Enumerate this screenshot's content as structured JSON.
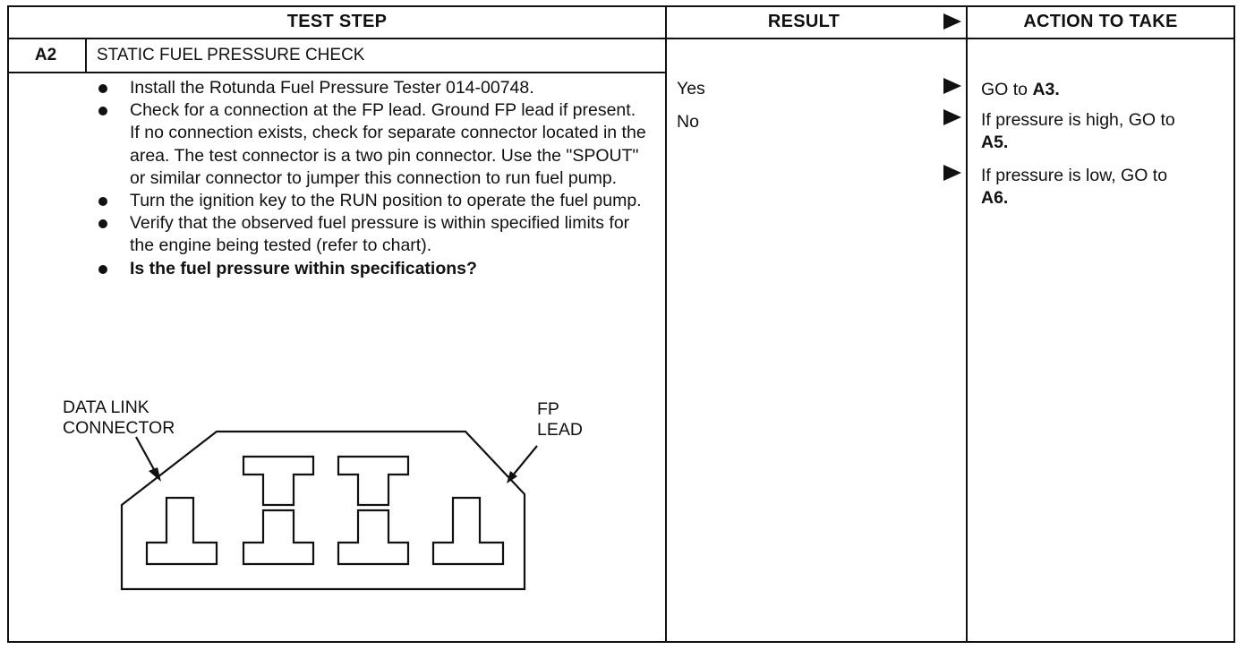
{
  "header": {
    "test_step": "TEST STEP",
    "result": "RESULT",
    "action": "ACTION TO TAKE"
  },
  "step": {
    "id": "A2",
    "title": "STATIC FUEL PRESSURE CHECK",
    "bullets": [
      "Install the Rotunda Fuel Pressure Tester 014-00748.",
      "Check for a connection at the FP lead. Ground FP lead if present. If no connection exists, check for separate connector located in the area. The test connector is a two pin connector. Use the \"SPOUT\" or similar connector to jumper this connection to run fuel pump.",
      "Turn the ignition key to the RUN position to operate the fuel pump.",
      "Verify that the observed fuel pressure is within specified limits for the engine being tested (refer to chart).",
      "Is the fuel pressure within specifications?"
    ]
  },
  "results": {
    "yes": "Yes",
    "no": "No"
  },
  "actions": {
    "yes_prefix": "GO to ",
    "yes_target": "A3.",
    "high_prefix": "If pressure is high, GO to",
    "high_target": "A5.",
    "low_prefix": "If pressure is low, GO to",
    "low_target": "A6."
  },
  "diagram": {
    "label_left_line1": "DATA LINK",
    "label_left_line2": "CONNECTOR",
    "label_right_line1": "FP",
    "label_right_line2": "LEAD"
  }
}
